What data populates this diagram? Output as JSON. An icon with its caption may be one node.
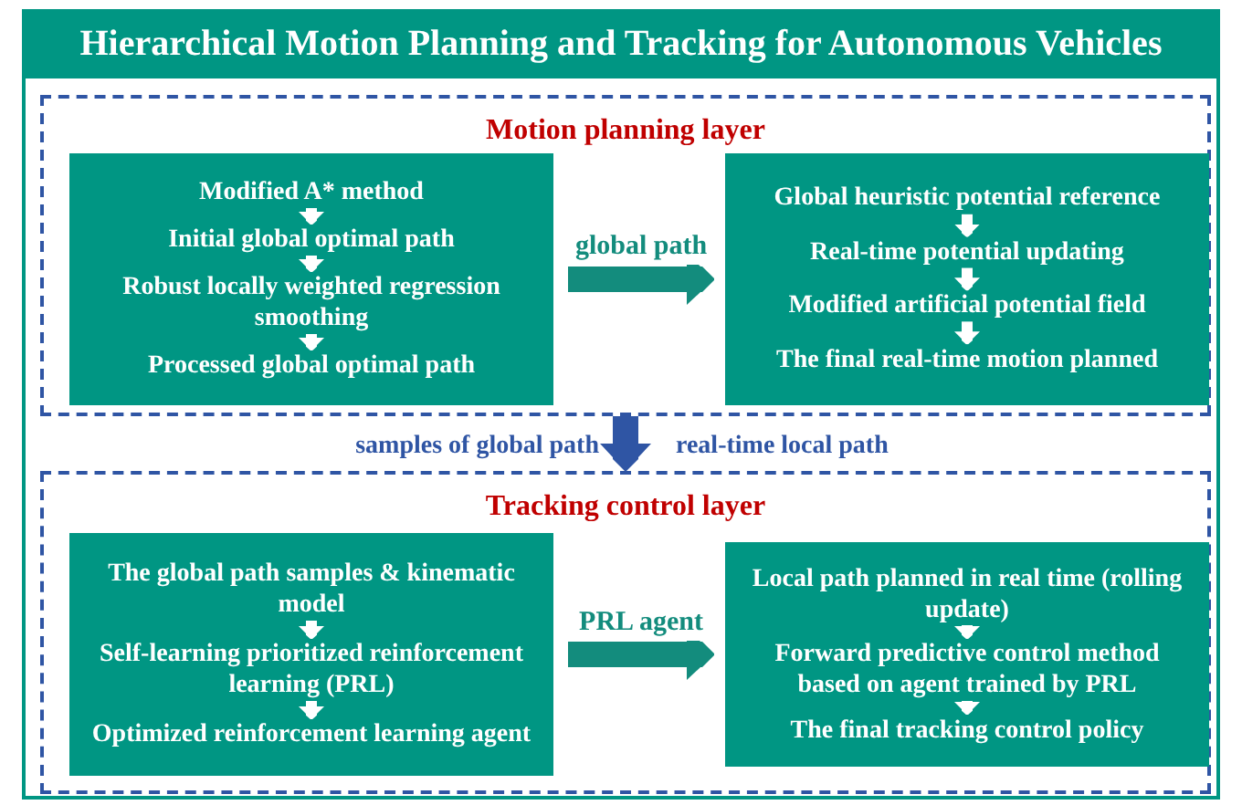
{
  "diagram": {
    "title": "Hierarchical Motion Planning and Tracking for Autonomous Vehicles",
    "nodes": [
      {
        "text": [
          "Motion planning layer"
        ]
      },
      {
        "text": [],
        "shape": "box",
        "in": 0
      },
      {
        "text": [
          "Modified A* method"
        ],
        "in": 1
      },
      {
        "text": [
          "Initial global optimal path"
        ],
        "in": 1
      },
      {
        "text": [
          "Robust locally weighted regression smoothing"
        ],
        "in": 1
      },
      {
        "text": [
          "Processed global optimal path"
        ],
        "in": 1
      },
      {
        "text": [],
        "shape": "box",
        "in": 0
      },
      {
        "text": [
          "Global heuristic potential reference"
        ],
        "in": 6
      },
      {
        "text": [
          "Real-time potential updating"
        ],
        "in": 6
      },
      {
        "text": [
          "Modified artificial potential field"
        ],
        "in": 6
      },
      {
        "text": [
          "The final real-time motion planned"
        ],
        "in": 6
      },
      {
        "text": [
          "Tracking control layer"
        ]
      },
      {
        "text": [],
        "shape": "box",
        "in": 11
      },
      {
        "text": [
          "The global path samples & kinematic model"
        ],
        "in": 12
      },
      {
        "text": [
          "Self-learning prioritized reinforcement learning (PRL)"
        ],
        "in": 12
      },
      {
        "text": [
          "Optimized reinforcement learning agent"
        ],
        "in": 12
      },
      {
        "text": [],
        "shape": "box",
        "in": 11
      },
      {
        "text": [
          "Local path planned in real time (rolling update)"
        ],
        "in": 16
      },
      {
        "text": [
          "Forward predictive control method based on agent trained by PRL"
        ],
        "in": 16
      },
      {
        "text": [
          "The final tracking control policy"
        ],
        "in": 16
      }
    ],
    "edges": [
      {
        "from": 2,
        "to": 3,
        "arrow": "to",
        "color": "#ffffff"
      },
      {
        "from": 3,
        "to": 4,
        "arrow": "to",
        "color": "#ffffff"
      },
      {
        "from": 4,
        "to": 5,
        "arrow": "to",
        "color": "#ffffff"
      },
      {
        "from": 1,
        "to": 6,
        "arrow": "to",
        "label": "global path",
        "style": "thick",
        "color": "#138c7d"
      },
      {
        "from": 7,
        "to": 8,
        "arrow": "to",
        "color": "#ffffff"
      },
      {
        "from": 8,
        "to": 9,
        "arrow": "to",
        "color": "#ffffff"
      },
      {
        "from": 9,
        "to": 10,
        "arrow": "to",
        "color": "#ffffff"
      },
      {
        "from": 0,
        "to": 11,
        "arrow": "to",
        "style": "thick",
        "color": "#2f55a4"
      },
      {
        "from": 13,
        "to": 14,
        "arrow": "to",
        "color": "#ffffff"
      },
      {
        "from": 14,
        "to": 15,
        "arrow": "to",
        "color": "#ffffff"
      },
      {
        "from": 12,
        "to": 16,
        "arrow": "to",
        "label": "PRL agent",
        "style": "thick",
        "color": "#138c7d"
      },
      {
        "from": 17,
        "to": 18,
        "arrow": "to",
        "color": "#ffffff"
      },
      {
        "from": 18,
        "to": 19,
        "arrow": "to",
        "color": "#ffffff"
      }
    ],
    "labels": [
      "samples of global path",
      "real-time local path"
    ]
  }
}
